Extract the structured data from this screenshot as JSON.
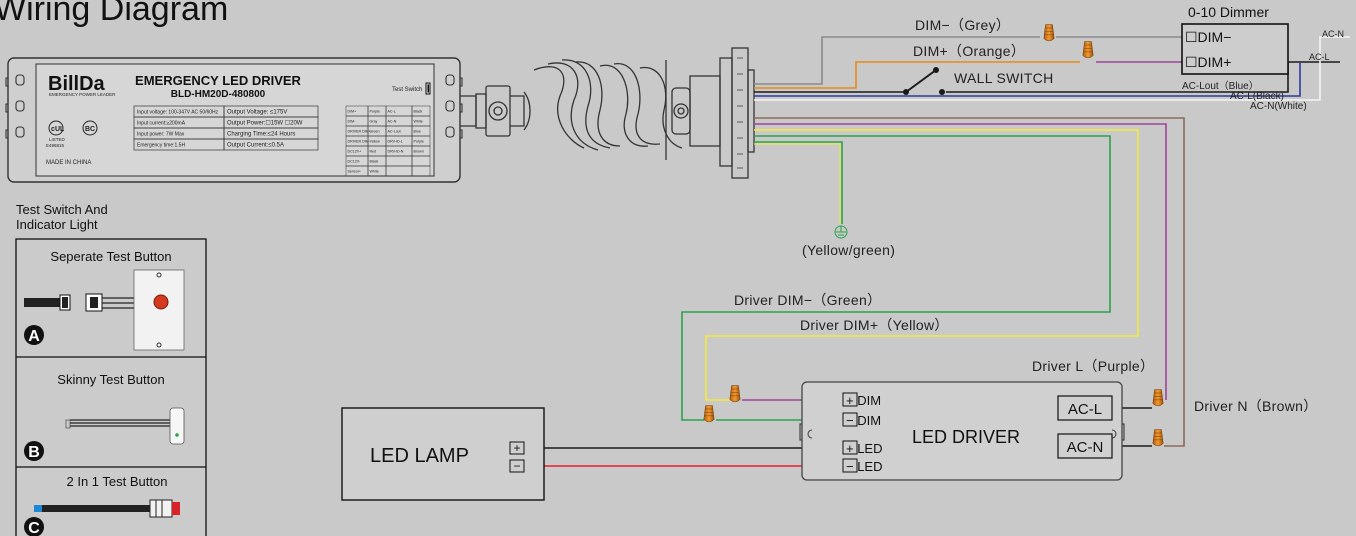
{
  "title": "Wiring Diagram",
  "dimmer": {
    "title": "0-10 Dimmer",
    "dim_minus": "☐DIM−",
    "dim_plus": "☐DIM+"
  },
  "ac_labels": {
    "acn_top": "AC-N",
    "acl_top": "AC-L",
    "acl_out": "AC-Lout（Blue）",
    "acl_black": "AC-L(Black)",
    "acn_white": "AC-N(White)"
  },
  "wires": {
    "dim_minus_grey": "DIM−（Grey）",
    "dim_plus_orange": "DIM+（Orange）",
    "wall_switch": "WALL SWITCH",
    "ground": "(Yellow/green)",
    "driver_dim_minus": "Driver DIM−（Green）",
    "driver_dim_plus": "Driver DIM+（Yellow）",
    "driver_l": "Driver L（Purple）",
    "driver_n": "Driver N（Brown）"
  },
  "emergency_driver": {
    "brand": "BillDa",
    "brand_sub": "EMERGENCY POWER LEADER",
    "title": "EMERGENCY LED DRIVER",
    "model": "BLD-HM20D-480800",
    "test_switch": "Test Switch",
    "specs": [
      [
        "Input voltage: 100-347V AC 50/60Hz",
        "Output Voltage: ≤175V"
      ],
      [
        "Input current:≥200mA",
        "Output Power:☐15W ☐20W"
      ],
      [
        "Input power: 7W Max",
        "Charging Time:≤24 Hours"
      ],
      [
        "Emergency time:1.5H",
        "Output Current:≤0.5A"
      ]
    ],
    "wire_table": [
      [
        "DIM+",
        "Purple",
        "AC-L",
        "Black"
      ],
      [
        "DIM-",
        "Gray",
        "AC-N",
        "White"
      ],
      [
        "DRIVER DIM+",
        "Green",
        "AC-Lout",
        "Blue"
      ],
      [
        "DRIVER DIM-",
        "Yellow",
        "DRV-ID-L",
        "Purple"
      ],
      [
        "DC12V+",
        "Red",
        "DRV-ID-N",
        "Brown"
      ],
      [
        "DC12V-",
        "Black",
        "",
        ""
      ],
      [
        "Sensor+",
        "White",
        "",
        ""
      ]
    ],
    "cert_ul": "E496815",
    "cert_ul_mark": "LISTED",
    "made_in": "MADE IN CHINA"
  },
  "test_panel": {
    "heading_line1": "Test Switch And",
    "heading_line2": "Indicator Light",
    "options": [
      {
        "letter": "A",
        "title": "Seperate Test Button"
      },
      {
        "letter": "B",
        "title": "Skinny Test Button"
      },
      {
        "letter": "C",
        "title": "2 In 1 Test Button"
      }
    ]
  },
  "led_lamp": {
    "title": "LED LAMP",
    "plus": "+",
    "minus": "−"
  },
  "led_driver": {
    "title": "LED DRIVER",
    "terminals": [
      "+ DIM",
      "− DIM",
      "+ LED",
      "− LED"
    ],
    "acl": "AC-L",
    "acn": "AC-N"
  },
  "colors": {
    "background": "#c9c9c9",
    "grey": "#8a8a8a",
    "orange": "#e88a1a",
    "purple": "#a0449a",
    "blue": "#2c3a9e",
    "black": "#1a1a1a",
    "white": "#f4f4f4",
    "green": "#2ba24c",
    "yellow": "#f2ea3c",
    "brown": "#8c6a5c",
    "red": "#e8202a",
    "wire_nut": "#d9801c"
  }
}
